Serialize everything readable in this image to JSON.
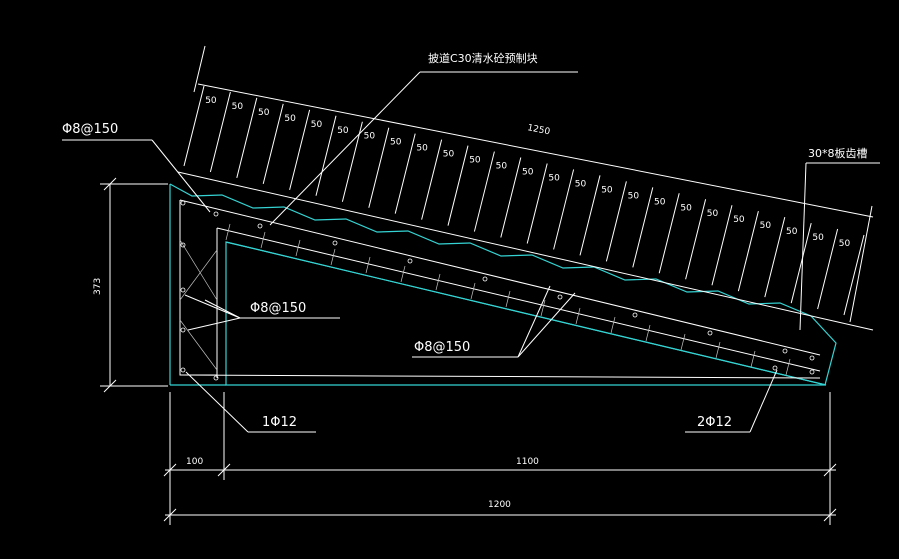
{
  "drawing": {
    "labels": {
      "top_callout": "披道C30清水砼预制块",
      "right_callout": "30*8板齿槽",
      "rebar_top_left": "Φ8@150",
      "rebar_middle": "Φ8@150",
      "rebar_slab": "Φ8@150",
      "bar_bottom_left": "1Φ12",
      "bar_bottom_right": "2Φ12"
    },
    "dimensions": {
      "height": "373",
      "width_left": "100",
      "width_main": "1100",
      "width_total": "1200",
      "slope_total": "1250",
      "slope_segment": "50",
      "slope_segment_count": 25
    },
    "colors": {
      "background": "#000000",
      "outline": "#35d3d3",
      "lines": "#ffffff"
    }
  }
}
